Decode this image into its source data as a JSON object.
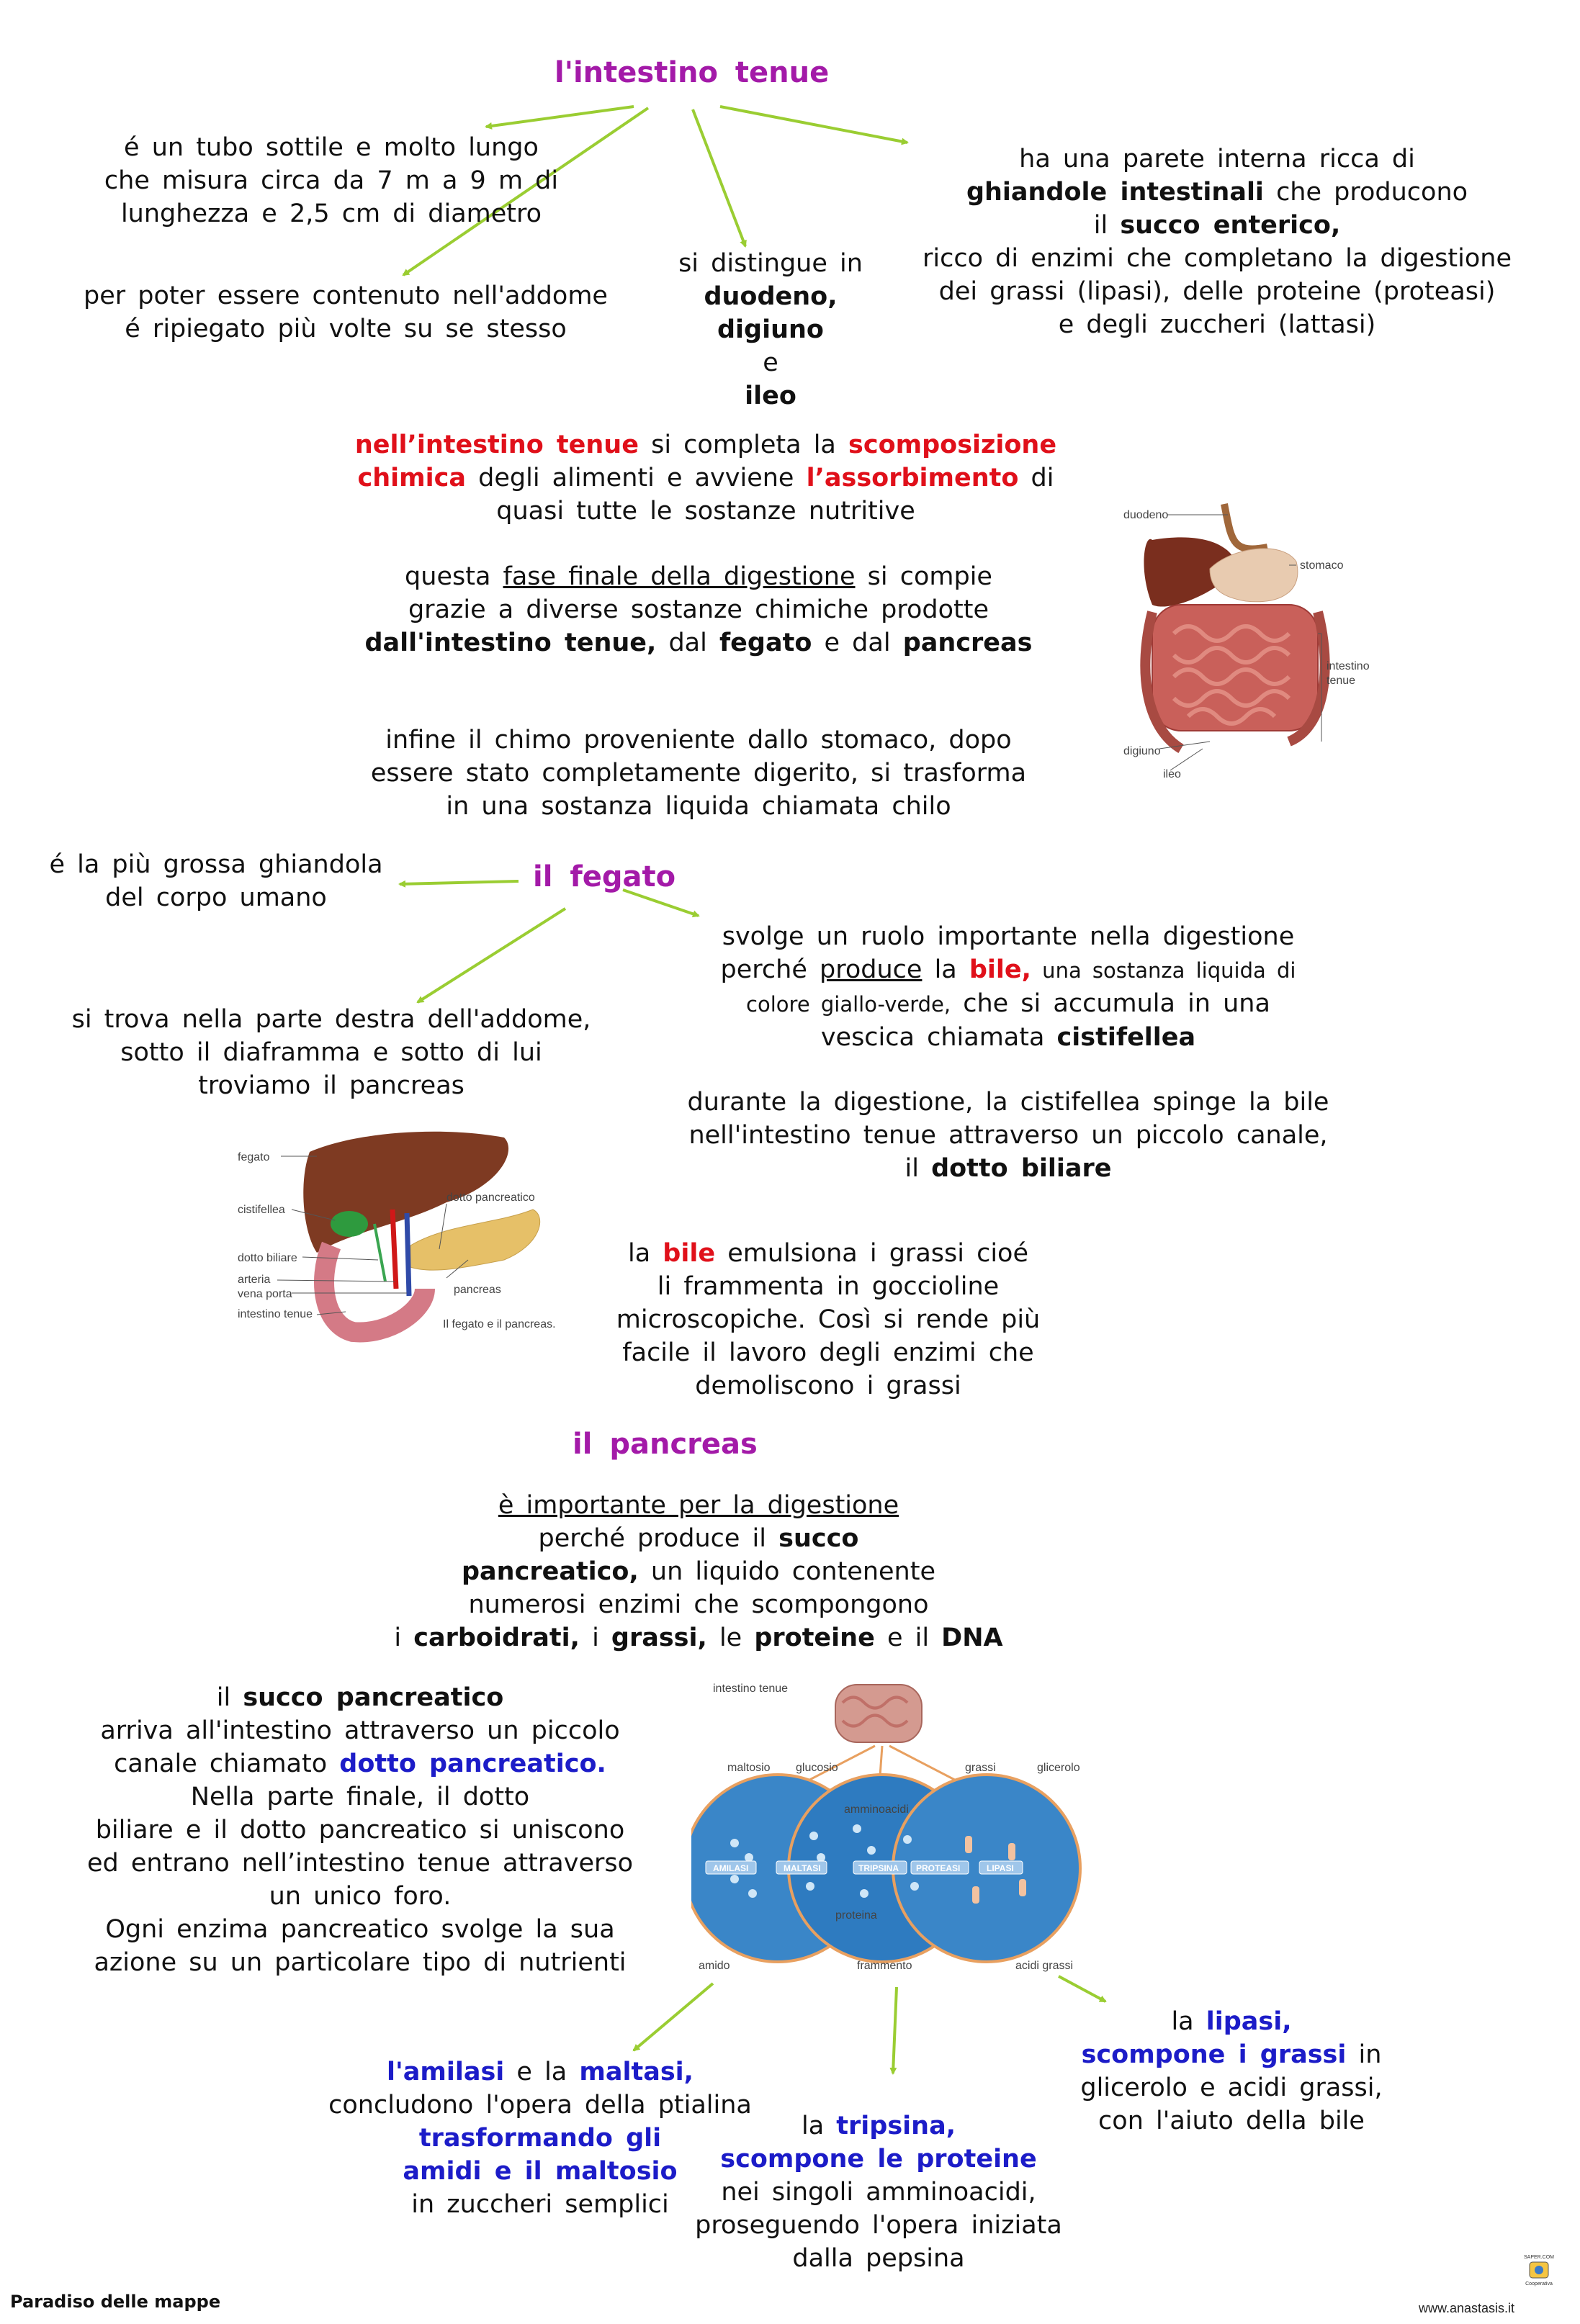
{
  "intestino": {
    "title": "l'intestino   tenue",
    "desc_lines": [
      "é un tubo sottile e molto lungo",
      "che misura circa da 7 m a 9 m di",
      "lunghezza e 2,5 cm di diametro"
    ],
    "fold_lines": [
      "per poter essere contenuto nell'addome",
      "é ripiegato più volte su se stesso"
    ],
    "parts": {
      "intro": "si distingue in",
      "p1": "duodeno,",
      "p2": "digiuno",
      "conj": "e",
      "p3": "ileo"
    },
    "glands": {
      "l1": "ha una parete interna ricca di",
      "l2": "ghiandole intestinali",
      "l2b": " che producono",
      "l3a": "il ",
      "l3b": "succo enterico,",
      "l4": "ricco di enzimi che completano la digestione",
      "l5": "dei grassi (lipasi), delle proteine (proteasi)",
      "l6": "e degli zuccheri (lattasi)"
    },
    "chem": {
      "a": "nell’intestino tenue",
      "b": " si completa la ",
      "c": "scomposizione",
      "d": "chimica",
      "e": " degli alimenti e avviene ",
      "f": "l’assorbimento",
      "g": " di",
      "h": "quasi tutte le sostanze nutritive"
    },
    "final": {
      "a": "questa ",
      "b": "fase finale della digestione",
      "c": " si compie",
      "d": "grazie a diverse sostanze chimiche prodotte",
      "e": "dall'intestino tenue,",
      "f": " dal ",
      "g": "fegato",
      "h": " e dal ",
      "i": "pancreas"
    },
    "chilo_lines": [
      "infine il chimo proveniente dallo stomaco, dopo",
      "essere stato completamente digerito, si trasforma",
      "in una sostanza liquida chiamata chilo"
    ],
    "figure_labels": {
      "duodeno": "duodeno",
      "stomaco": "stomaco",
      "intestino1": "intestino",
      "intestino2": "tenue",
      "digiuno": "digiuno",
      "ileo": "ileo"
    }
  },
  "fegato": {
    "title": "il   fegato",
    "size_lines": [
      "é la più grossa ghiandola",
      "del corpo umano"
    ],
    "pos_lines": [
      "si trova nella parte destra dell'addome,",
      "sotto il diaframma e sotto di lui",
      "troviamo  il pancreas"
    ],
    "bile": {
      "l1": "svolge un ruolo importante nella digestione",
      "l2a": "perché ",
      "l2b": "produce",
      "l2c": " la ",
      "l2d": "bile,",
      "l2e": " una sostanza liquida di",
      "l3a": "colore giallo-verde,",
      "l3b": " che si accumula in una",
      "l4a": "vescica chiamata ",
      "l4b": "cistifellea"
    },
    "duct": {
      "l1": "durante la digestione, la cistifellea spinge la bile",
      "l2": "nell'intestino tenue attraverso un piccolo canale,",
      "l3a": "il ",
      "l3b": "dotto biliare"
    },
    "emuls": {
      "a": "la ",
      "b": "bile",
      "c": " emulsiona i grassi cioé",
      "l2": "li frammenta in goccioline",
      "l3": "microscopiche. Così si rende più",
      "l4": "facile il lavoro degli enzimi che",
      "l5": "demoliscono i grassi"
    },
    "figure_labels": {
      "fegato": "fegato",
      "cistifellea": "cistifellea",
      "dotto_biliare": "dotto biliare",
      "arteria": "arteria",
      "vena_porta": "vena porta",
      "intestino_tenue": "intestino tenue",
      "dotto_pancreatico": "dotto pancreatico",
      "pancreas": "pancreas",
      "caption": "Il fegato e il pancreas."
    }
  },
  "pancreas": {
    "title": "il   pancreas",
    "imp": {
      "l1": "è importante per la digestione",
      "l2a": "perché produce il ",
      "l2b": "succo",
      "l3a": "pancreatico,",
      "l3b": " un liquido contenente",
      "l4": "numerosi enzimi che scompongono",
      "l5a": "i ",
      "l5b": "carboidrati,",
      "l5c": " i ",
      "l5d": "grassi,",
      "l5e": " le ",
      "l5f": "proteine",
      "l5g": " e il ",
      "l5h": "DNA"
    },
    "succo": {
      "l1a": "il ",
      "l1b": "succo pancreatico",
      "l2": "arriva all'intestino attraverso un piccolo",
      "l3a": "canale chiamato ",
      "l3b": "dotto pancreatico.",
      "l4": "Nella parte finale, il dotto",
      "l5": "biliare e il dotto pancreatico si uniscono",
      "l6": "ed entrano nell’intestino tenue attraverso",
      "l7": "un unico foro.",
      "l8": "Ogni enzima pancreatico svolge la sua",
      "l9": "azione su un particolare tipo di nutrienti"
    },
    "figure_labels": {
      "intestino_tenue": "intestino tenue",
      "maltosio": "maltosio",
      "glucosio": "glucosio",
      "amminoacidi": "amminoacidi",
      "grassi": "grassi",
      "glicerolo": "glicerolo",
      "amilasi": "AMILASI",
      "maltasi": "MALTASI",
      "tripsina": "TRIPSINA",
      "proteasi": "PROTEASI",
      "lipasi": "LIPASI",
      "proteina": "proteina",
      "amido": "amido",
      "frammento": "frammento",
      "acidi_grassi": "acidi grassi"
    },
    "amilasi": {
      "a": "l'amilasi",
      "b": " e la ",
      "c": "maltasi,",
      "l2": "concludono l'opera della ptialina",
      "l3": "trasformando gli",
      "l4": "amidi e il maltosio",
      "l5": "in zuccheri semplici"
    },
    "tripsina": {
      "a": "la ",
      "b": "tripsina,",
      "l2": "scompone le proteine",
      "l3": "nei singoli amminoacidi,",
      "l4": "proseguendo l'opera iniziata",
      "l5": "dalla pepsina"
    },
    "lipasi": {
      "a": "la ",
      "b": "lipasi,",
      "l2a": "scompone i grassi",
      "l2b": " in",
      "l3": "glicerolo e acidi grassi,",
      "l4": "con l'aiuto della bile"
    }
  },
  "footer": {
    "left": "Paradiso delle mappe",
    "right": "www.anastasis.it",
    "logo_top": "SAPER.COM",
    "logo_bottom": "Cooperativa"
  },
  "colors": {
    "title": "#a31aa8",
    "red": "#e0101a",
    "blue": "#1c1cc8",
    "arrow": "#9acd32"
  }
}
